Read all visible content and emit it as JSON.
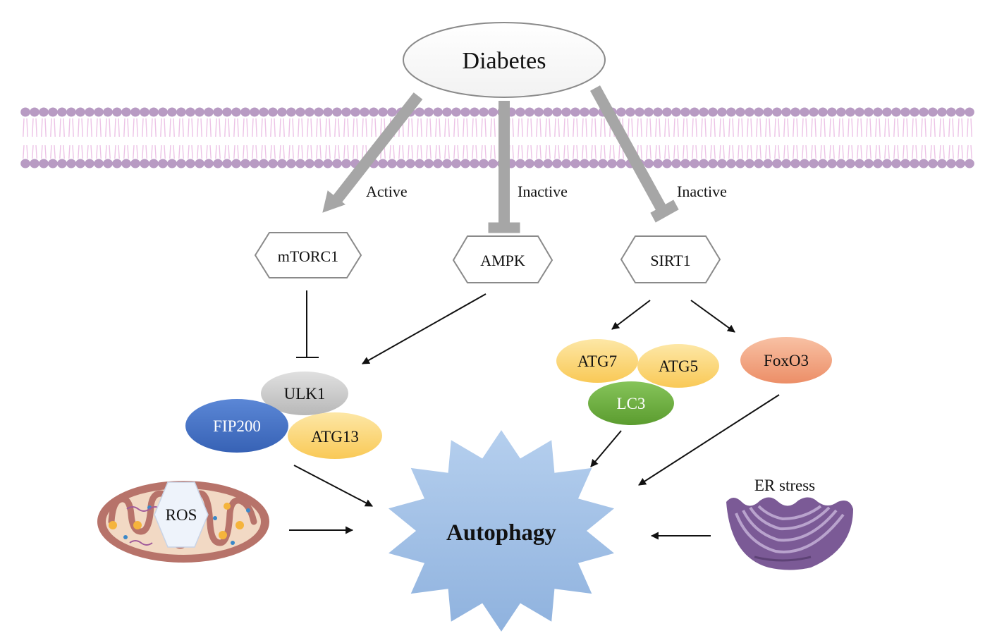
{
  "diabetes": {
    "label": "Diabetes"
  },
  "membrane": {
    "colors": {
      "head": "#b89bc3",
      "tail": "#ecc2e6"
    }
  },
  "edges": {
    "diabetes_mtorc1": "Active",
    "diabetes_ampk": "Inactive",
    "diabetes_sirt1": "Inactive"
  },
  "nodes": {
    "mtorc1": "mTORC1",
    "ampk": "AMPK",
    "sirt1": "SIRT1",
    "ulk1": "ULK1",
    "fip200": "FIP200",
    "atg13": "ATG13",
    "atg7": "ATG7",
    "atg5": "ATG5",
    "lc3": "LC3",
    "foxo3": "FoxO3",
    "ros": "ROS",
    "er_stress": "ER stress",
    "autophagy": "Autophagy"
  },
  "colors": {
    "fip200": "#4472c4",
    "ulk1": "#c9c9c9",
    "atg_yellow": "#fbd36e",
    "lc3": "#6aab3c",
    "foxo3": "#f0a07c",
    "autophagy": "#9dbde3",
    "mitochondria": "#c47f72",
    "er": "#7b5a96"
  }
}
